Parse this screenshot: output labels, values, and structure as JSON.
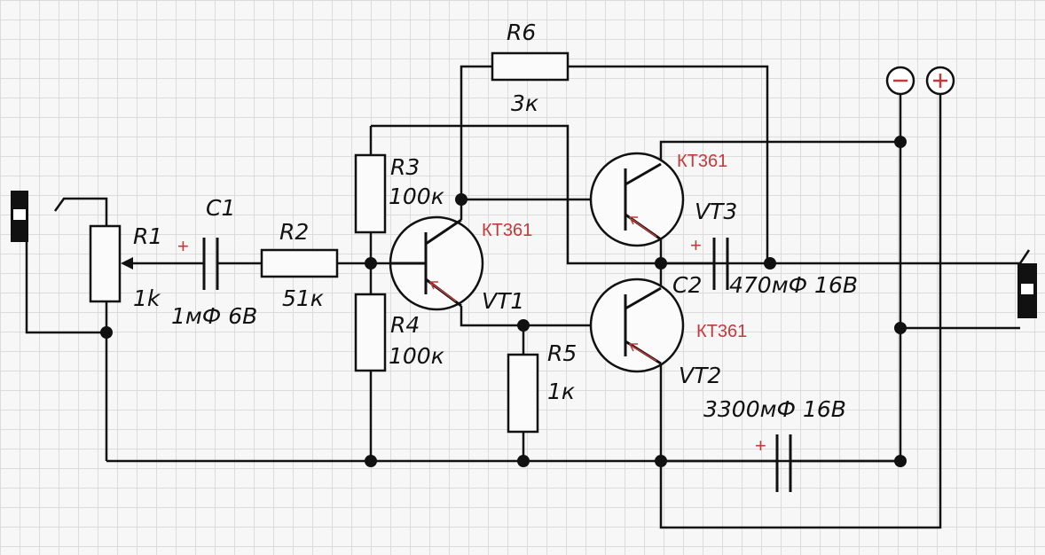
{
  "labels": {
    "r1": "R1",
    "r1_value": "1k",
    "c1": "C1",
    "c1_value": "1мФ 6В",
    "r2": "R2",
    "r2_value": "51к",
    "r3": "R3",
    "r3_value": "100к",
    "r4": "R4",
    "r4_value": "100к",
    "r5": "R5",
    "r5_value": "1к",
    "r6": "R6",
    "r6_value": "3к",
    "c2": "C2",
    "c2_value": "470мФ 16В",
    "c3_value": "3300мФ 16В",
    "vt1": "VT1",
    "vt2": "VT2",
    "vt3": "VT3",
    "vt1_part": "КТ361",
    "vt2_part": "КТ361",
    "vt3_part": "КТ361",
    "plus_sign": "+",
    "minus_terminal": "−",
    "plus_terminal": "+"
  },
  "colors": {
    "wire": "#111111",
    "part_number": "#c23a3a",
    "grid": "#dcdcdc"
  }
}
